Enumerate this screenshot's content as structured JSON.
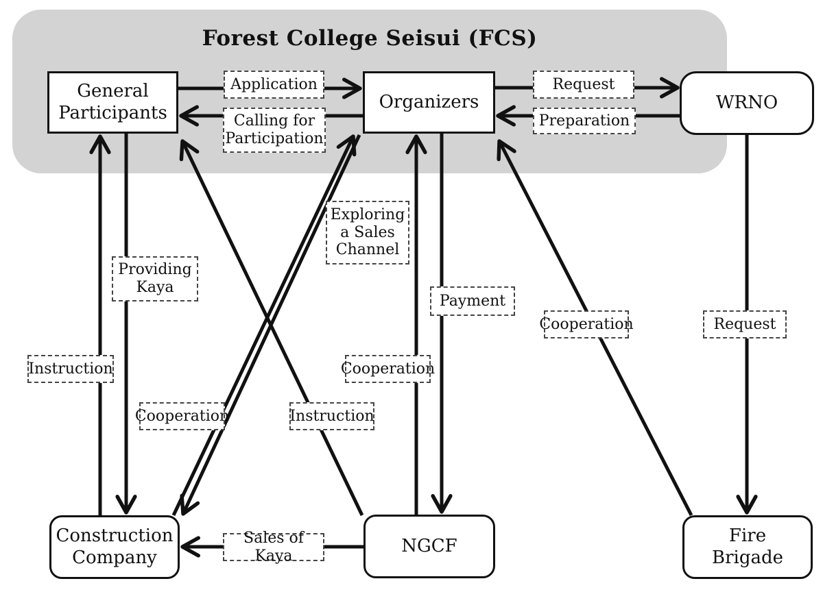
{
  "diagram": {
    "group": {
      "title": "Forest College Seisui (FCS)",
      "members": [
        "General Participants",
        "Organizers"
      ]
    },
    "nodes": [
      {
        "id": "general-participants",
        "label": "General\nParticipants",
        "shape": "rectangle"
      },
      {
        "id": "organizers",
        "label": "Organizers",
        "shape": "rectangle"
      },
      {
        "id": "wrno",
        "label": "WRNO",
        "shape": "rounded-rectangle"
      },
      {
        "id": "construction-company",
        "label": "Construction\nCompany",
        "shape": "rounded-rectangle"
      },
      {
        "id": "ngcf",
        "label": "NGCF",
        "shape": "rounded-rectangle"
      },
      {
        "id": "fire-brigade",
        "label": "Fire\nBrigade",
        "shape": "rounded-rectangle"
      }
    ],
    "edges": [
      {
        "from": "General Participants",
        "to": "Organizers",
        "label": "Application"
      },
      {
        "from": "Organizers",
        "to": "General Participants",
        "label": "Calling for\nParticipation"
      },
      {
        "from": "Organizers",
        "to": "WRNO",
        "label": "Request"
      },
      {
        "from": "WRNO",
        "to": "Organizers",
        "label": "Preparation"
      },
      {
        "from": "Construction Company",
        "to": "General Participants",
        "label": "Instruction"
      },
      {
        "from": "General Participants",
        "to": "Construction Company",
        "label": "Providing\nKaya"
      },
      {
        "from": "Organizers",
        "to": "Construction Company",
        "label": "Exploring\na Sales\nChannel"
      },
      {
        "from": "Construction Company",
        "to": "Organizers",
        "label": "Cooperation"
      },
      {
        "from": "NGCF",
        "to": "Organizers",
        "label": "Cooperation"
      },
      {
        "from": "Organizers",
        "to": "NGCF",
        "label": "Payment"
      },
      {
        "from": "NGCF",
        "to": "General Participants",
        "label": "Instruction"
      },
      {
        "from": "Fire Brigade",
        "to": "Organizers",
        "label": "Cooperation"
      },
      {
        "from": "WRNO",
        "to": "Fire Brigade",
        "label": "Request"
      },
      {
        "from": "NGCF",
        "to": "Construction Company",
        "label": "Sales of Kaya"
      }
    ],
    "colors": {
      "group_background": "#d3d3d3",
      "node_background": "#ffffff",
      "line": "#111111",
      "label_border": "#444444"
    }
  }
}
